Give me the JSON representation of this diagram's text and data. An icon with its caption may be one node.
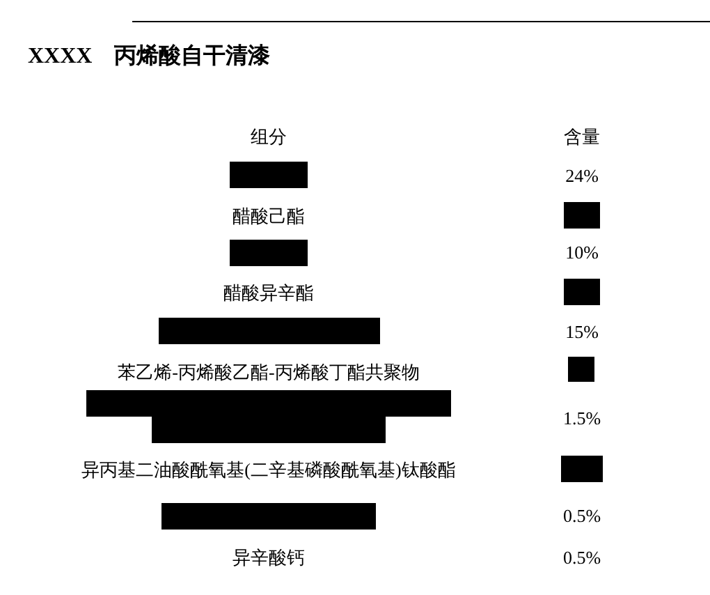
{
  "diagram": {
    "title": "XXXX　丙烯酸自干清漆",
    "labels": [
      "组分",
      "含量",
      "24%",
      "醋酸己酯",
      "10%",
      "醋酸异辛酯",
      "15%",
      "苯乙烯-丙烯酸乙酯-丙烯酸丁酯共聚物",
      "1.5%",
      "异丙基二油酸酰氧基(二辛基磷酸酰氧基)钛酸酯",
      "0.5%",
      "异辛酸钙",
      "0.5%"
    ]
  }
}
